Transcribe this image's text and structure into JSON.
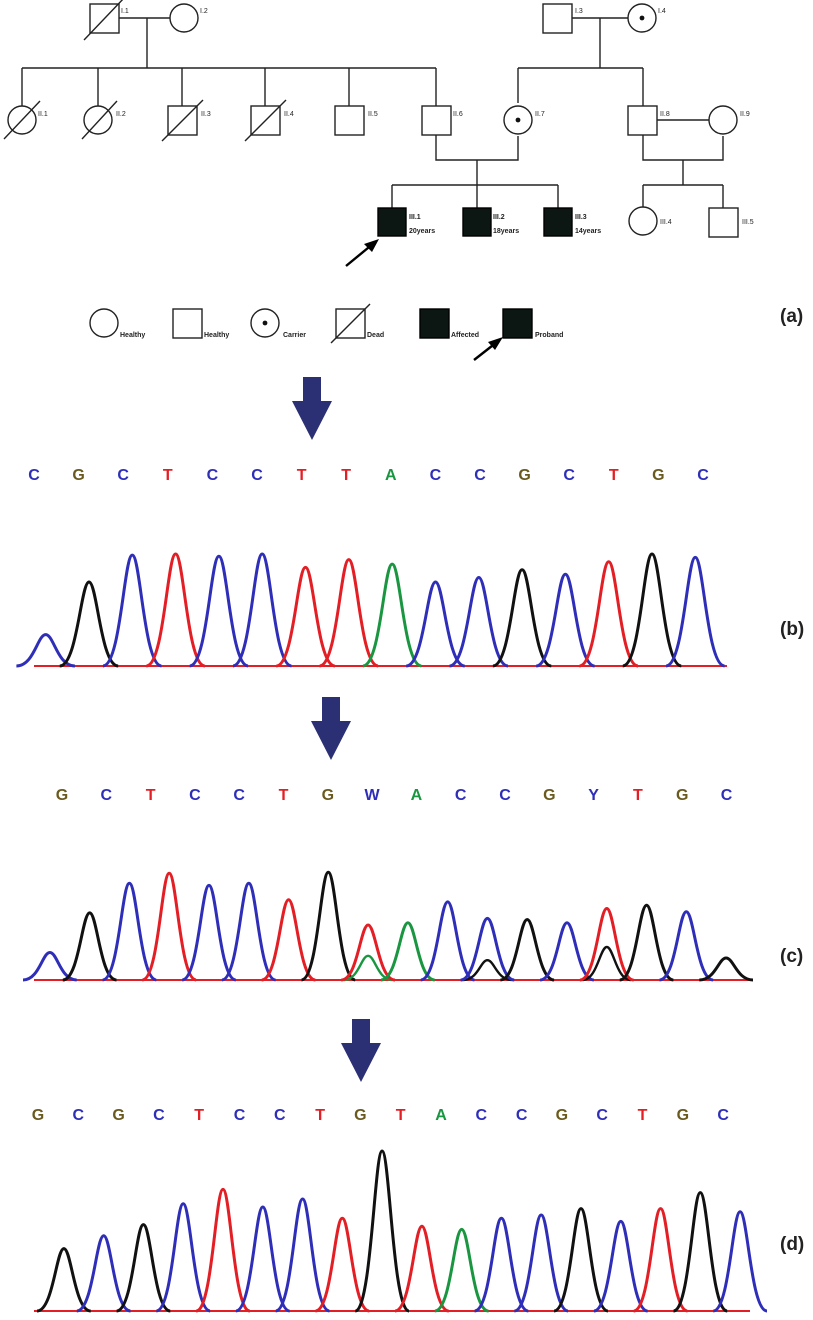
{
  "pedigree": {
    "generation_I": [
      {
        "id": "I.1",
        "sex": "male",
        "status": "dead"
      },
      {
        "id": "I.2",
        "sex": "female",
        "status": "healthy"
      },
      {
        "id": "I.3",
        "sex": "male",
        "status": "healthy"
      },
      {
        "id": "I.4",
        "sex": "female",
        "status": "carrier"
      }
    ],
    "generation_II": [
      {
        "id": "II.1",
        "sex": "female",
        "status": "dead"
      },
      {
        "id": "II.2",
        "sex": "female",
        "status": "dead"
      },
      {
        "id": "II.3",
        "sex": "male",
        "status": "dead"
      },
      {
        "id": "II.4",
        "sex": "male",
        "status": "dead"
      },
      {
        "id": "II.5",
        "sex": "male",
        "status": "healthy"
      },
      {
        "id": "II.6",
        "sex": "male",
        "status": "healthy"
      },
      {
        "id": "II.7",
        "sex": "female",
        "status": "carrier"
      },
      {
        "id": "II.8",
        "sex": "male",
        "status": "healthy"
      },
      {
        "id": "II.9",
        "sex": "female",
        "status": "healthy"
      }
    ],
    "generation_III": [
      {
        "id": "III.1",
        "age": "20years",
        "sex": "male",
        "status": "affected",
        "proband": true
      },
      {
        "id": "III.2",
        "age": "18years",
        "sex": "male",
        "status": "affected"
      },
      {
        "id": "III.3",
        "age": "14years",
        "sex": "male",
        "status": "affected"
      },
      {
        "id": "III.4",
        "sex": "female",
        "status": "healthy"
      },
      {
        "id": "III.5",
        "sex": "male",
        "status": "healthy"
      }
    ],
    "legend": {
      "healthy_female": "Healthy",
      "healthy_male": "Healthy",
      "carrier": "Carrier",
      "dead": "Dead",
      "affected": "Affected",
      "proband": "Proband"
    }
  },
  "panels": {
    "a": "(a)",
    "b": "(b)",
    "c": "(c)",
    "d": "(d)"
  },
  "sequences": {
    "b": [
      "C",
      "G",
      "C",
      "T",
      "C",
      "C",
      "T",
      "T",
      "A",
      "C",
      "C",
      "G",
      "C",
      "T",
      "G",
      "C"
    ],
    "c": [
      "G",
      "C",
      "T",
      "C",
      "C",
      "T",
      "G",
      "W",
      "A",
      "C",
      "C",
      "G",
      "Y",
      "T",
      "G",
      "C"
    ],
    "d": [
      "G",
      "C",
      "G",
      "C",
      "T",
      "C",
      "C",
      "T",
      "G",
      "T",
      "A",
      "C",
      "C",
      "G",
      "C",
      "T",
      "G",
      "C"
    ]
  },
  "chromatograms": {
    "b": [
      {
        "color": "#2e2eb8",
        "height": 0.28
      },
      {
        "color": "#111111",
        "height": 0.75
      },
      {
        "color": "#2e2eb8",
        "height": 0.99
      },
      {
        "color": "#e31e24",
        "height": 1.0
      },
      {
        "color": "#2e2eb8",
        "height": 0.98
      },
      {
        "color": "#2e2eb8",
        "height": 1.0
      },
      {
        "color": "#e31e24",
        "height": 0.88
      },
      {
        "color": "#e31e24",
        "height": 0.95
      },
      {
        "color": "#1a9641",
        "height": 0.91
      },
      {
        "color": "#2e2eb8",
        "height": 0.75
      },
      {
        "color": "#2e2eb8",
        "height": 0.79
      },
      {
        "color": "#111111",
        "height": 0.86
      },
      {
        "color": "#2e2eb8",
        "height": 0.82
      },
      {
        "color": "#e31e24",
        "height": 0.93
      },
      {
        "color": "#111111",
        "height": 1.0
      },
      {
        "color": "#2e2eb8",
        "height": 0.97
      }
    ],
    "c": [
      {
        "color": "#2e2eb8",
        "height": 0.25
      },
      {
        "color": "#111111",
        "height": 0.61
      },
      {
        "color": "#2e2eb8",
        "height": 0.88
      },
      {
        "color": "#e31e24",
        "height": 0.97
      },
      {
        "color": "#2e2eb8",
        "height": 0.86
      },
      {
        "color": "#2e2eb8",
        "height": 0.88
      },
      {
        "color": "#e31e24",
        "height": 0.73
      },
      {
        "color": "#111111",
        "height": 0.98
      },
      {
        "color": "#e31e24",
        "height": 0.5,
        "secondary": {
          "color": "#1a9641",
          "height": 0.22
        }
      },
      {
        "color": "#1a9641",
        "height": 0.52
      },
      {
        "color": "#2e2eb8",
        "height": 0.71
      },
      {
        "color": "#2e2eb8",
        "height": 0.56,
        "secondary": {
          "color": "#111111",
          "height": 0.18
        }
      },
      {
        "color": "#111111",
        "height": 0.55
      },
      {
        "color": "#2e2eb8",
        "height": 0.52
      },
      {
        "color": "#e31e24",
        "height": 0.65,
        "secondary": {
          "color": "#111111",
          "height": 0.3
        }
      },
      {
        "color": "#111111",
        "height": 0.68
      },
      {
        "color": "#2e2eb8",
        "height": 0.62
      },
      {
        "color": "#111111",
        "height": 0.2
      }
    ],
    "d": [
      {
        "color": "#111111",
        "height": 0.39
      },
      {
        "color": "#2e2eb8",
        "height": 0.47
      },
      {
        "color": "#111111",
        "height": 0.54
      },
      {
        "color": "#2e2eb8",
        "height": 0.67
      },
      {
        "color": "#e31e24",
        "height": 0.76
      },
      {
        "color": "#2e2eb8",
        "height": 0.65
      },
      {
        "color": "#2e2eb8",
        "height": 0.7
      },
      {
        "color": "#e31e24",
        "height": 0.58
      },
      {
        "color": "#111111",
        "height": 1.0
      },
      {
        "color": "#e31e24",
        "height": 0.53
      },
      {
        "color": "#1a9641",
        "height": 0.51
      },
      {
        "color": "#2e2eb8",
        "height": 0.58
      },
      {
        "color": "#2e2eb8",
        "height": 0.6
      },
      {
        "color": "#111111",
        "height": 0.64
      },
      {
        "color": "#2e2eb8",
        "height": 0.56
      },
      {
        "color": "#e31e24",
        "height": 0.64
      },
      {
        "color": "#111111",
        "height": 0.74
      },
      {
        "color": "#2e2eb8",
        "height": 0.62
      }
    ]
  },
  "colors": {
    "A": "#1a9641",
    "C": "#2e2eb8",
    "G": "#6b5a1e",
    "T": "#e31e24",
    "W": "#2e2eb8",
    "Y": "#2e2eb8",
    "arrow": "#2b2f73",
    "affected": "#0c1713"
  }
}
